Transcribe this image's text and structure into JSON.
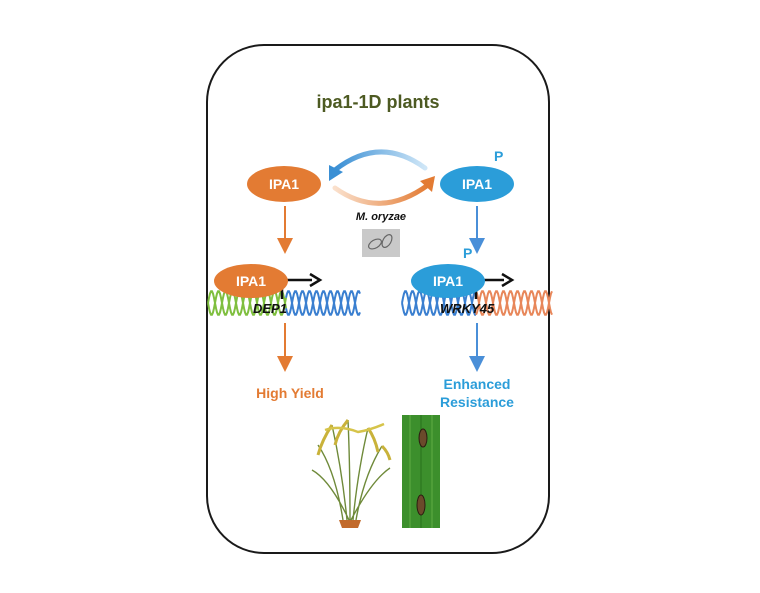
{
  "title": "ipa1-1D plants",
  "left": {
    "protein": "IPA1",
    "bound_protein": "IPA1",
    "gene": "DEP1",
    "outcome": "High Yield"
  },
  "right": {
    "protein": "IPA1",
    "phospho": "P",
    "bound_protein": "IPA1",
    "bound_phospho": "P",
    "gene": "WRKY45",
    "outcome_line1": "Enhanced",
    "outcome_line2": "Resistance"
  },
  "pathogen": "M. oryzae",
  "colors": {
    "orange": "#e37b33",
    "blue": "#2b9dd9",
    "title": "#4d5a22",
    "dna_green": "#7fbf3f",
    "dna_blue": "#3a7fd0",
    "dna_orange": "#e8875a"
  },
  "icons": [
    "cycle-arrows-icon",
    "fungus-spore-icon",
    "rice-plant-icon",
    "infected-leaf-icon",
    "transcription-arrow-icon"
  ]
}
